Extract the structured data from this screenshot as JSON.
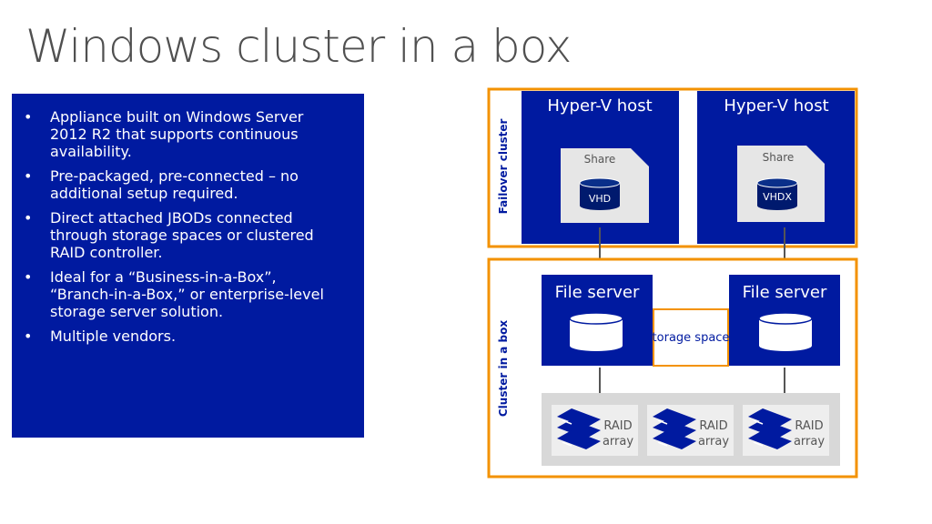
{
  "title": "Windows cluster in a box",
  "bullets": [
    "Appliance built on Windows Server 2012 R2 that supports continuous availability.",
    "Pre-packaged, pre-connected – no additional setup required.",
    "Direct attached JBODs connected through storage spaces or clustered RAID controller.",
    "Ideal for a “Business-in-a-Box”, “Branch-in-a-Box,” or enterprise-level storage server solution.",
    "Multiple vendors."
  ],
  "diagram": {
    "failover_label": "Failover cluster",
    "cluster_label": "Cluster in a box",
    "hosts": [
      {
        "title": "Hyper-V host",
        "share": "Share",
        "disk": "VHD"
      },
      {
        "title": "Hyper-V host",
        "share": "Share",
        "disk": "VHDX"
      }
    ],
    "file_servers": [
      "File server",
      "File server"
    ],
    "storage_space": "torage space",
    "raid": [
      {
        "line1": "RAID",
        "line2": "array"
      },
      {
        "line1": "RAID",
        "line2": "array"
      },
      {
        "line1": "RAID",
        "line2": "array"
      }
    ],
    "colors": {
      "navy": "#001aa0",
      "orange": "#f39200",
      "gray": "#d8d8d8"
    }
  }
}
